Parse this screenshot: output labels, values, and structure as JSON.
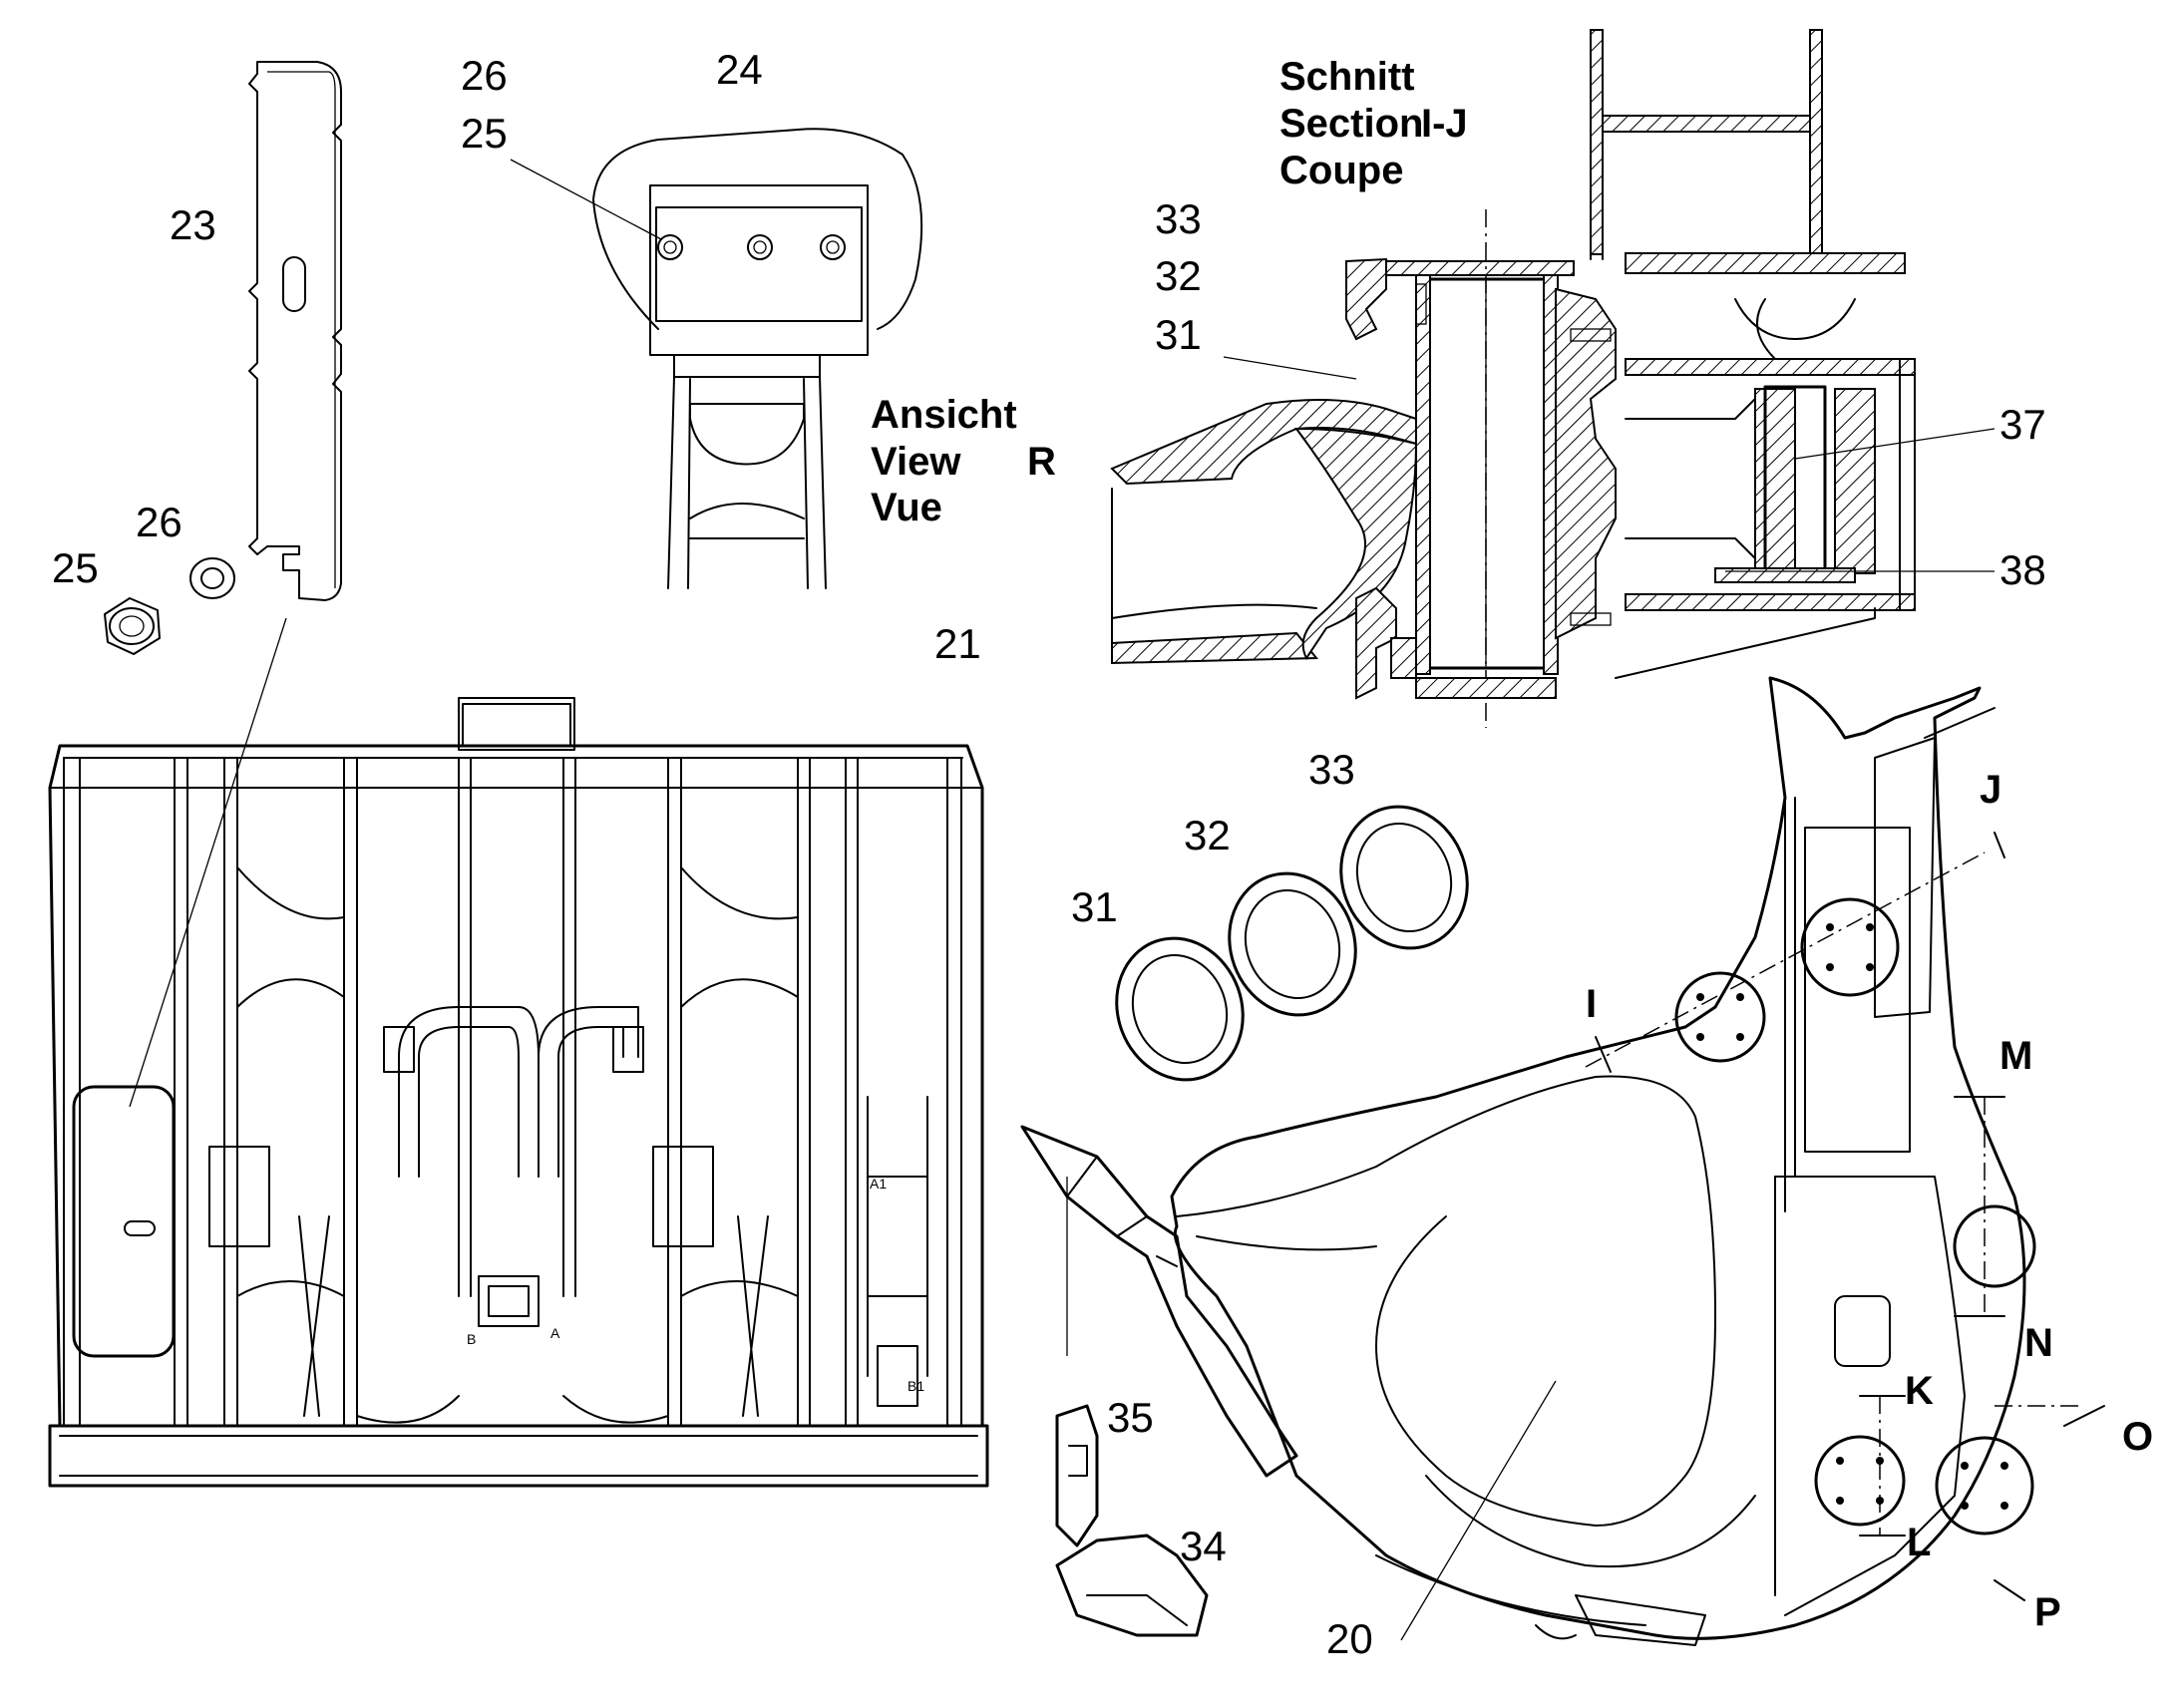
{
  "section_title": {
    "line1": "Schnitt",
    "line2": "Section",
    "line3": "Coupe",
    "id": "I-J"
  },
  "view_title": {
    "line1": "Ansicht",
    "line2": "View",
    "line3": "Vue",
    "id": "R"
  },
  "part_numbers": {
    "p20": "20",
    "p21": "21",
    "p23": "23",
    "p24": "24",
    "p25a": "25",
    "p25b": "25",
    "p26a": "26",
    "p26b": "26",
    "p31a": "31",
    "p32a": "32",
    "p33a": "33",
    "p31b": "31",
    "p32b": "32",
    "p33b": "33",
    "p34": "34",
    "p35": "35",
    "p37": "37",
    "p38": "38"
  },
  "section_markers": {
    "I": "I",
    "J": "J",
    "K": "K",
    "L": "L",
    "M": "M",
    "N": "N",
    "O": "O",
    "P": "P"
  },
  "hydraulic_ports": {
    "a": "A",
    "b": "B",
    "a1": "A1",
    "b1": "B1"
  },
  "colors": {
    "ink": "#000000",
    "paper": "#ffffff"
  }
}
